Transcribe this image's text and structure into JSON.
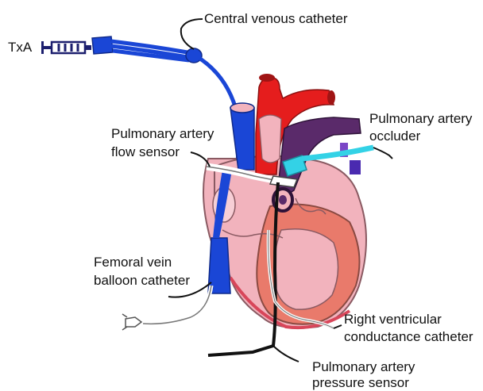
{
  "labels": {
    "txa": "TxA",
    "central_venous_catheter": "Central venous catheter",
    "pa_occluder_line1": "Pulmonary artery",
    "pa_occluder_line2": "occluder",
    "pa_flow_sensor_line1": "Pulmonary artery",
    "pa_flow_sensor_line2": "flow sensor",
    "femoral_line1": "Femoral vein",
    "femoral_line2": "balloon catheter",
    "rv_conductance_line1": "Right ventricular",
    "rv_conductance_line2": "conductance catheter",
    "pa_pressure_line1": "Pulmonary artery",
    "pa_pressure_line2": "pressure sensor"
  },
  "colors": {
    "vena_cava_blue": "#1a46d6",
    "aorta_red": "#e51d1d",
    "pulmonary_purple": "#5a2a6a",
    "heart_pink": "#f2b3bd",
    "ventricle_salmon": "#e97a6b",
    "occluder_cyan": "#33d2e6",
    "syringe_navy": "#1c1f6e"
  },
  "icons": {
    "syringe": "syringe-icon"
  }
}
